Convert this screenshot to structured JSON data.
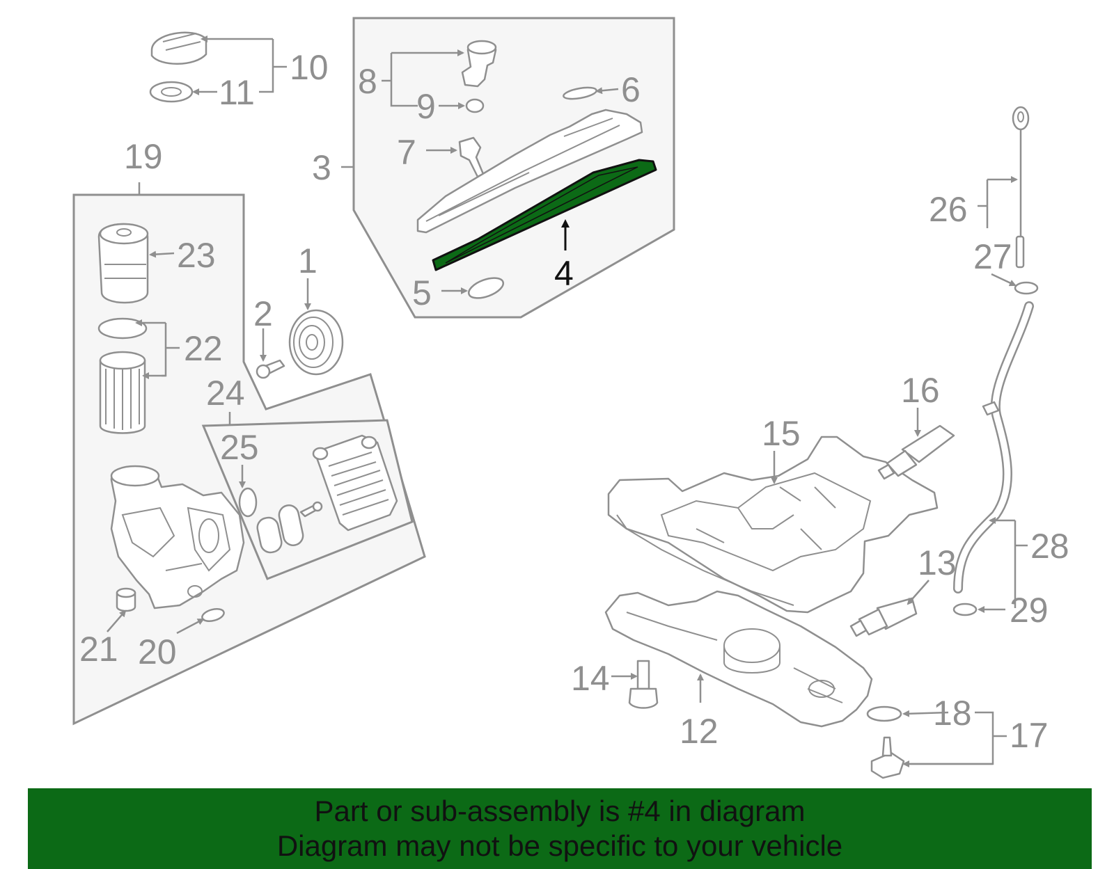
{
  "banner": {
    "line1": "Part or sub-assembly is #4 in diagram",
    "line2": "Diagram may not be specific to your vehicle"
  },
  "highlight": {
    "part_number": "4",
    "color": "#0c6a16"
  },
  "callouts": {
    "c1": "1",
    "c2": "2",
    "c3": "3",
    "c4": "4",
    "c5": "5",
    "c6": "6",
    "c7": "7",
    "c8": "8",
    "c9": "9",
    "c10": "10",
    "c11": "11",
    "c12": "12",
    "c13": "13",
    "c14": "14",
    "c15": "15",
    "c16": "16",
    "c17": "17",
    "c18": "18",
    "c19": "19",
    "c20": "20",
    "c21": "21",
    "c22": "22",
    "c23": "23",
    "c24": "24",
    "c25": "25",
    "c26": "26",
    "c27": "27",
    "c28": "28",
    "c29": "29"
  }
}
